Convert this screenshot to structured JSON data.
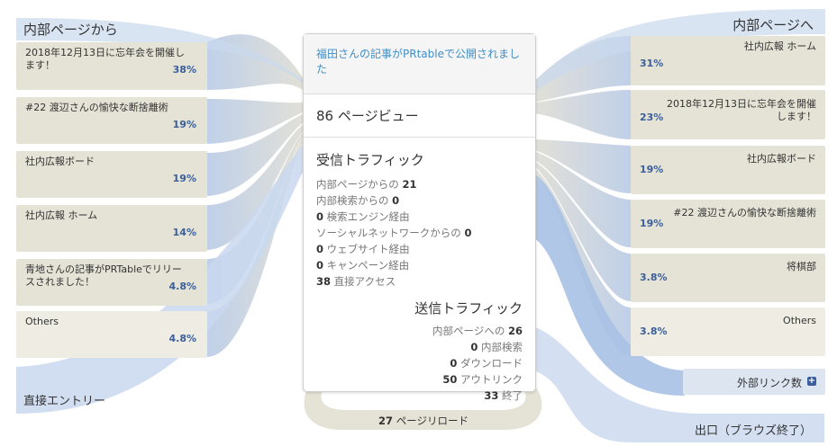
{
  "left": {
    "header": "内部ページから",
    "items": [
      {
        "label": "2018年12月13日に忘年会を開催します！",
        "pct": "38%"
      },
      {
        "label": "#22 渡辺さんの愉快な断捨離術",
        "pct": "19%"
      },
      {
        "label": "社内広報ボード",
        "pct": "19%"
      },
      {
        "label": "社内広報 ホーム",
        "pct": "14%"
      },
      {
        "label": "青地さんの記事がPRTableでリリースされました！",
        "pct": "4.8%"
      },
      {
        "label": "Others",
        "pct": "4.8%"
      }
    ],
    "direct_entry": "直接エントリー"
  },
  "right": {
    "header": "内部ページへ",
    "items": [
      {
        "label": "社内広報 ホーム",
        "pct": "31%"
      },
      {
        "label": "2018年12月13日に忘年会を開催します！",
        "pct": "23%"
      },
      {
        "label": "社内広報ボード",
        "pct": "19%"
      },
      {
        "label": "#22 渡辺さんの愉快な断捨離術",
        "pct": "19%"
      },
      {
        "label": "将棋部",
        "pct": "3.8%"
      },
      {
        "label": "Others",
        "pct": "3.8%"
      }
    ],
    "external_links": "外部リンク数",
    "exit": "出口（ブラウズ終了）"
  },
  "card": {
    "title": "福田さんの記事がPRtableで公開されました",
    "pageviews_num": "86",
    "pageviews_label": "ページビュー",
    "incoming_title": "受信トラフィック",
    "incoming": [
      {
        "pre": "内部ページからの",
        "num": "21",
        "post": ""
      },
      {
        "pre": "内部検索からの",
        "num": "0",
        "post": ""
      },
      {
        "pre": "",
        "num": "0",
        "post": "検索エンジン経由"
      },
      {
        "pre": "ソーシャルネットワークからの",
        "num": "0",
        "post": ""
      },
      {
        "pre": "",
        "num": "0",
        "post": "ウェブサイト経由"
      },
      {
        "pre": "",
        "num": "0",
        "post": "キャンペーン経由"
      },
      {
        "pre": "",
        "num": "38",
        "post": "直接アクセス"
      }
    ],
    "outgoing_title": "送信トラフィック",
    "outgoing": [
      {
        "pre": "内部ページへの",
        "num": "26",
        "post": ""
      },
      {
        "pre": "",
        "num": "0",
        "post": "内部検索"
      },
      {
        "pre": "",
        "num": "0",
        "post": "ダウンロード"
      },
      {
        "pre": "",
        "num": "50",
        "post": "アウトリンク"
      },
      {
        "pre": "",
        "num": "33",
        "post": "終了"
      }
    ]
  },
  "reload": {
    "num": "27",
    "label": "ページリロード"
  },
  "colors": {
    "flow_blue": "#c7d6ec",
    "flow_beige": "#e5e2d6",
    "link_blue": "#3f8fc9",
    "pct_blue": "#3b5f9a"
  }
}
